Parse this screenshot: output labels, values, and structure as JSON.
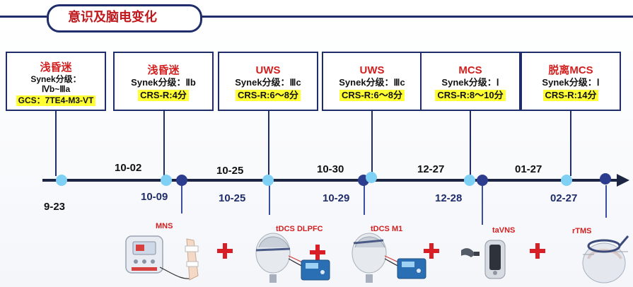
{
  "title": "意识及脑电变化",
  "cards": [
    {
      "state": "浅昏迷",
      "synek": "Synek分级：",
      "synek2": "Ⅳb~Ⅲa",
      "score": "GCS：7TE4-M3-VT"
    },
    {
      "state": "浅昏迷",
      "synek": "Synek分级：Ⅱb",
      "score": "CRS-R:4分"
    },
    {
      "state": "UWS",
      "synek": "Synek分级：Ⅲc",
      "score": "CRS-R:6～8分"
    },
    {
      "state": "UWS",
      "synek": "Synek分级：Ⅲc",
      "score": "CRS-R:6～8分"
    },
    {
      "state": "MCS",
      "synek": "Synek分级：Ⅰ",
      "score": "CRS-R:8～10分"
    },
    {
      "state": "脱离MCS",
      "synek": "Synek分级：Ⅰ",
      "score": "CRS-R:14分"
    }
  ],
  "dates_top": [
    "10-02",
    "10-25",
    "10-30",
    "12-27",
    "01-27"
  ],
  "dates_bottom": [
    "9-23",
    "10-09",
    "10-25",
    "10-29",
    "12-28",
    "02-27"
  ],
  "treatments": [
    "MNS",
    "tDCS DLPFC",
    "tDCS  M1",
    "taVNS",
    "rTMS"
  ],
  "colors": {
    "accent_red": "#d21f1f",
    "navy": "#1f2d6b",
    "highlight": "#ffff33",
    "light_dot": "#7fd0f5",
    "dark_dot": "#2c3c8f"
  }
}
